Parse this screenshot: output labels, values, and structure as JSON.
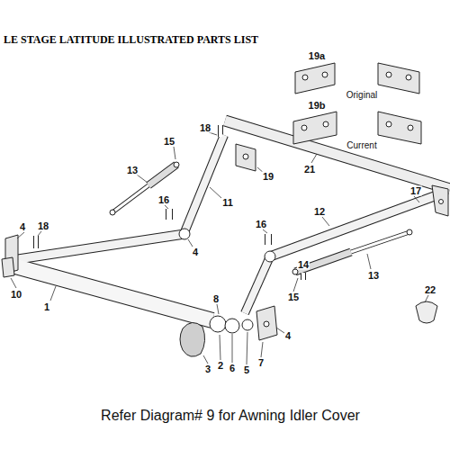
{
  "diagram": {
    "title": "LE STAGE LATITUDE ILLUSTRATED PARTS LIST",
    "caption": "Refer Diagram# 9 for Awning Idler Cover",
    "labels": [
      "19a",
      "Original",
      "19b",
      "Current",
      "21",
      "18",
      "15",
      "13",
      "16",
      "11",
      "19",
      "17",
      "4",
      "18",
      "4",
      "16",
      "12",
      "14",
      "13",
      "15",
      "22",
      "10",
      "1",
      "8",
      "3",
      "2",
      "6",
      "5",
      "7",
      "4"
    ]
  }
}
